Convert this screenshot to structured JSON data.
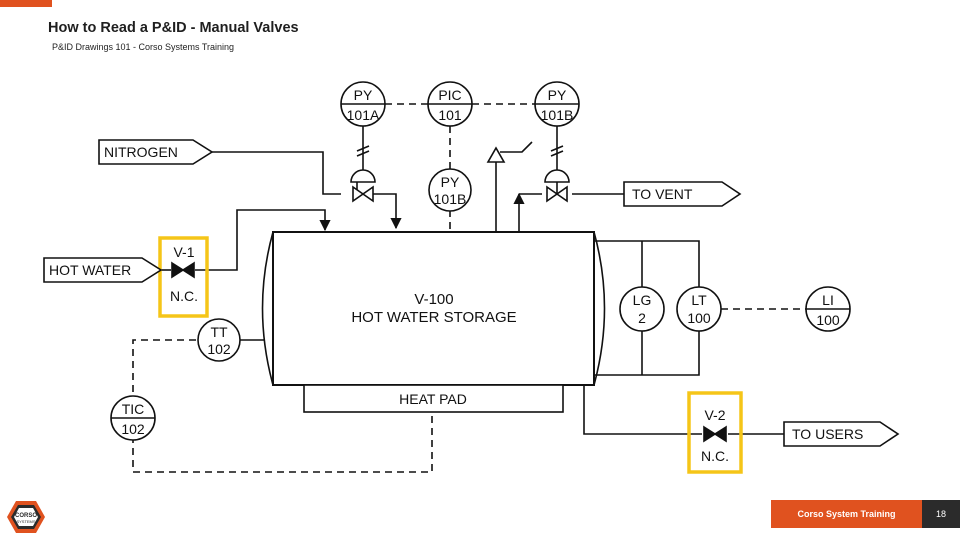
{
  "header": {
    "title": "How to Read a P&ID - Manual Valves",
    "subtitle": "P&ID Drawings 101 - Corso Systems Training"
  },
  "instruments": {
    "py101a": {
      "tag": "PY",
      "num": "101A"
    },
    "pic101": {
      "tag": "PIC",
      "num": "101"
    },
    "py101b_top": {
      "tag": "PY",
      "num": "101B"
    },
    "py101b_mid": {
      "tag": "PY",
      "num": "101B"
    },
    "tt102": {
      "tag": "TT",
      "num": "102"
    },
    "tic102": {
      "tag": "TIC",
      "num": "102"
    },
    "lg2": {
      "tag": "LG",
      "num": "2"
    },
    "lt100": {
      "tag": "LT",
      "num": "100"
    },
    "li100": {
      "tag": "LI",
      "num": "100"
    }
  },
  "streams": {
    "nitrogen": "NITROGEN",
    "hot_water": "HOT WATER",
    "to_vent": "TO VENT",
    "to_users": "TO USERS"
  },
  "vessel": {
    "tag": "V-100",
    "name": "HOT WATER STORAGE"
  },
  "heat_pad": "HEAT PAD",
  "valves": {
    "v1": {
      "tag": "V-1",
      "state": "N.C."
    },
    "v2": {
      "tag": "V-2",
      "state": "N.C."
    }
  },
  "logo": {
    "line1": "CORSO",
    "line2": "SYSTEMS"
  },
  "footer": {
    "brand": "Corso System Training",
    "page": "18"
  },
  "colors": {
    "accent": "#e0521f",
    "highlight": "#f5c518",
    "dark": "#2b2b2b"
  }
}
